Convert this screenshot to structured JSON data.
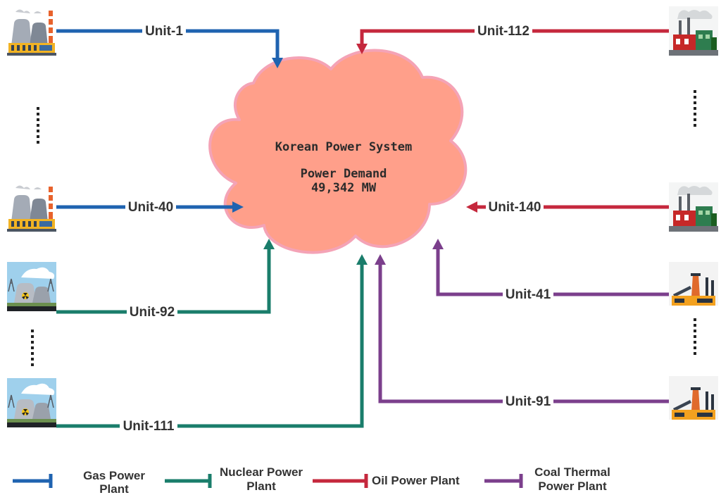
{
  "center": {
    "title": "Korean Power System",
    "demand_label": "Power Demand",
    "demand_value": "49,342 MW"
  },
  "colors": {
    "gas": "#1f63b0",
    "nuclear": "#1a7d6b",
    "oil": "#c5283d",
    "coal": "#7b3f8c",
    "cloud_fill": "#ff9f8a",
    "cloud_edge": "#f4a3b6"
  },
  "units": {
    "gas_first": "Unit-1",
    "gas_last": "Unit-40",
    "nuclear_first": "Unit-92",
    "nuclear_last": "Unit-111",
    "oil_first": "Unit-112",
    "oil_last": "Unit-140",
    "coal_first": "Unit-41",
    "coal_last": "Unit-91"
  },
  "icons": {
    "gas": "gas-power-plant-icon",
    "nuclear": "nuclear-power-plant-icon",
    "oil": "oil-power-plant-icon",
    "coal": "coal-thermal-power-plant-icon",
    "ellipsis": "vertical-ellipsis-icon"
  },
  "legend": {
    "gas_line1": "Gas Power",
    "gas_line2": "Plant",
    "nuclear_line1": "Nuclear Power",
    "nuclear_line2": "Plant",
    "oil": "Oil Power Plant",
    "coal_line1": "Coal Thermal",
    "coal_line2": "Power Plant"
  }
}
